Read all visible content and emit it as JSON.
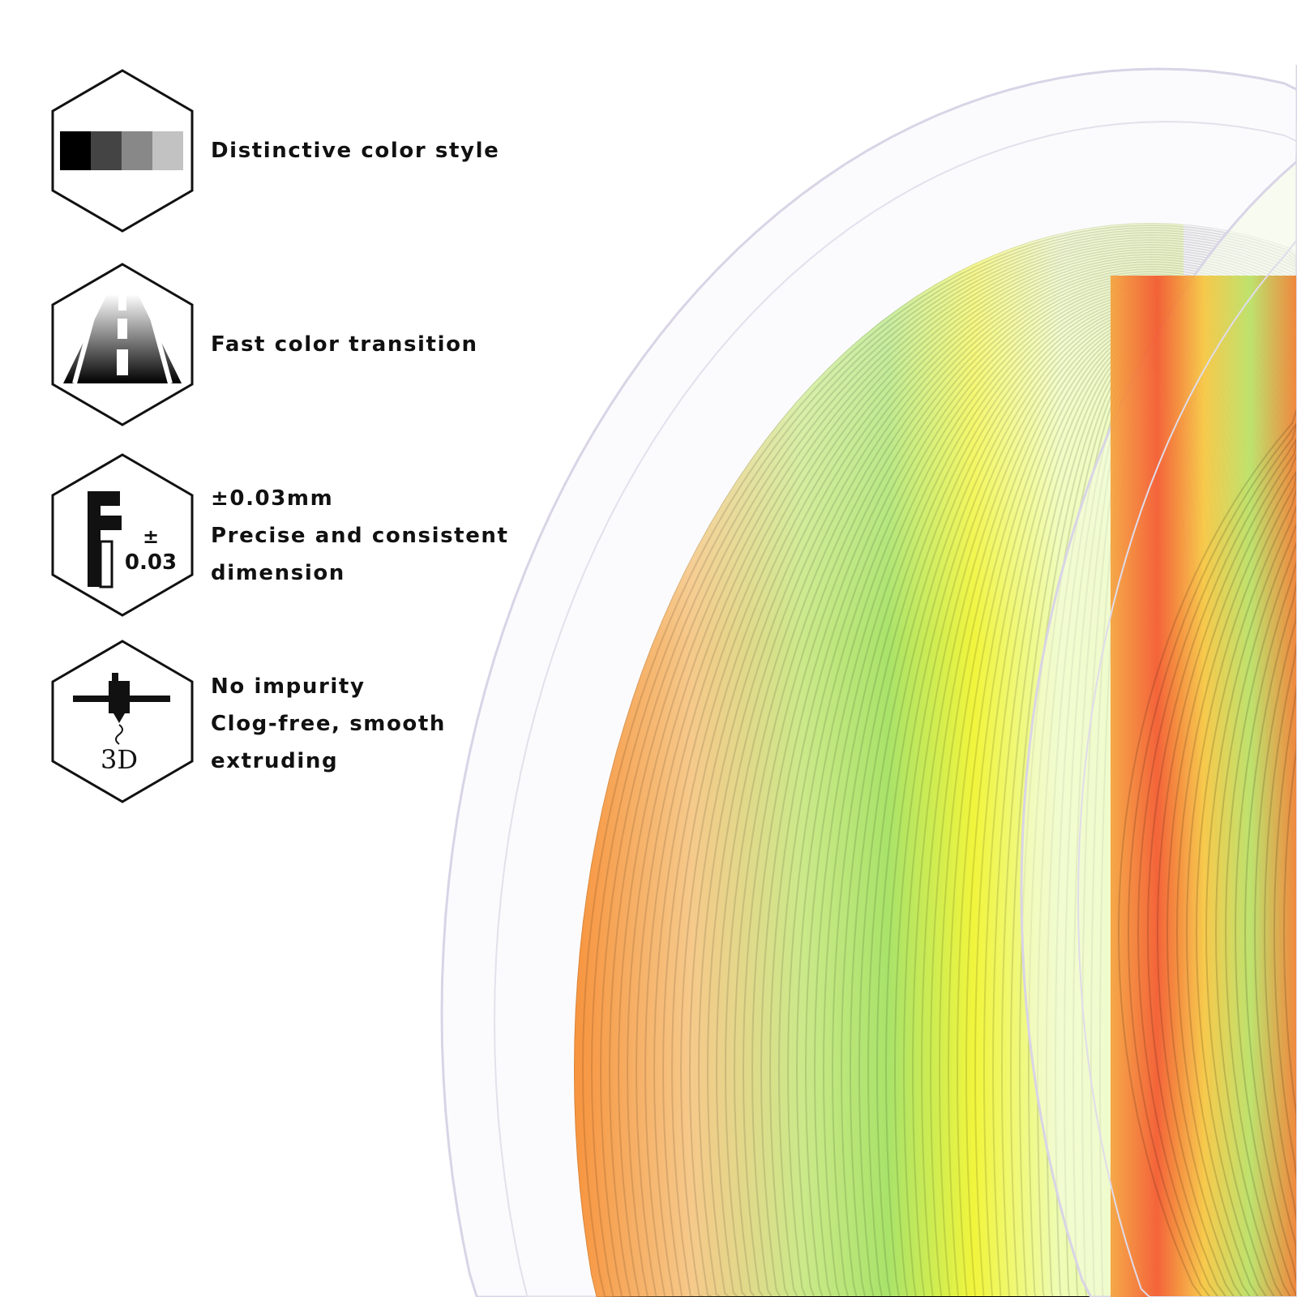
{
  "features": [
    {
      "icon": "grayscale-swatch-icon",
      "lines": [
        "Distinctive color style"
      ]
    },
    {
      "icon": "road-gradient-icon",
      "lines": [
        "Fast color transition"
      ]
    },
    {
      "icon": "caliper-icon",
      "icon_text": "0.03",
      "icon_symbol": "±",
      "lines": [
        "±0.03mm",
        "Precise and consistent",
        "dimension"
      ]
    },
    {
      "icon": "3d-printer-nozzle-icon",
      "icon_text": "3D",
      "lines": [
        "No impurity",
        "Clog-free, smooth",
        "extruding"
      ]
    }
  ],
  "colors": {
    "orange": "#f7913a",
    "yellow": "#f2f53a",
    "green": "#b8ea70",
    "red": "#f4532a",
    "text": "#111111"
  }
}
